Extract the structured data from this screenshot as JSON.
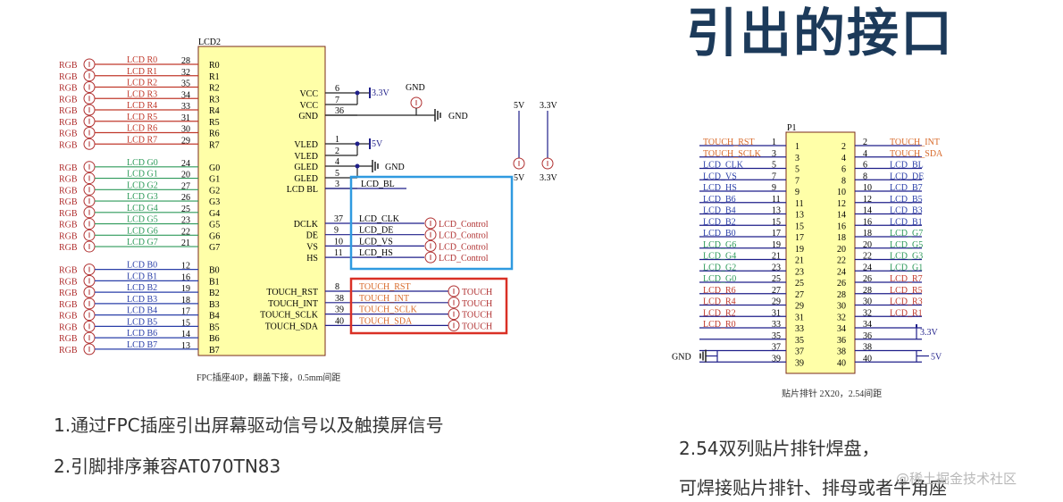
{
  "title": "引出的接口",
  "notes": {
    "left_line1": "1.通过FPC插座引出屏幕驱动信号以及触摸屏信号",
    "left_line2": "2.引脚排序兼容AT070TN83",
    "right_line1": "2.54双列贴片排针焊盘，",
    "right_line2": "可焊接贴片排针、排母或者牛角座"
  },
  "watermark": "@稀土掘金技术社区",
  "colors": {
    "red": "#c0392b",
    "green": "#2e9a5a",
    "blue": "#2a3fa8",
    "orange": "#d86a2a",
    "chip_fill": "#ffffa8",
    "box_blue": "#2f9ae0",
    "box_red": "#d93025",
    "wire": "#1f1f8a"
  },
  "lcd2": {
    "ref": "LCD2",
    "caption": "FPC插座40P，翻盖下接，0.5mm间距",
    "port_tag": "RGB",
    "left_pins": [
      {
        "net": "LCD_R0",
        "num": "28",
        "pin": "R0",
        "color": "red"
      },
      {
        "net": "LCD_R1",
        "num": "32",
        "pin": "R1",
        "color": "red"
      },
      {
        "net": "LCD_R2",
        "num": "35",
        "pin": "R2",
        "color": "red"
      },
      {
        "net": "LCD_R3",
        "num": "34",
        "pin": "R3",
        "color": "red"
      },
      {
        "net": "LCD_R4",
        "num": "33",
        "pin": "R4",
        "color": "red"
      },
      {
        "net": "LCD_R5",
        "num": "31",
        "pin": "R5",
        "color": "red"
      },
      {
        "net": "LCD_R6",
        "num": "30",
        "pin": "R6",
        "color": "red"
      },
      {
        "net": "LCD_R7",
        "num": "29",
        "pin": "R7",
        "color": "red"
      },
      {
        "net": "LCD_G0",
        "num": "24",
        "pin": "G0",
        "color": "green"
      },
      {
        "net": "LCD_G1",
        "num": "20",
        "pin": "G1",
        "color": "green"
      },
      {
        "net": "LCD_G2",
        "num": "27",
        "pin": "G2",
        "color": "green"
      },
      {
        "net": "LCD_G3",
        "num": "26",
        "pin": "G3",
        "color": "green"
      },
      {
        "net": "LCD_G4",
        "num": "25",
        "pin": "G4",
        "color": "green"
      },
      {
        "net": "LCD_G5",
        "num": "23",
        "pin": "G5",
        "color": "green"
      },
      {
        "net": "LCD_G6",
        "num": "22",
        "pin": "G6",
        "color": "green"
      },
      {
        "net": "LCD_G7",
        "num": "21",
        "pin": "G7",
        "color": "green"
      },
      {
        "net": "LCD_B0",
        "num": "12",
        "pin": "B0",
        "color": "blue"
      },
      {
        "net": "LCD_B1",
        "num": "16",
        "pin": "B1",
        "color": "blue"
      },
      {
        "net": "LCD_B2",
        "num": "19",
        "pin": "B2",
        "color": "blue"
      },
      {
        "net": "LCD_B3",
        "num": "18",
        "pin": "B3",
        "color": "blue"
      },
      {
        "net": "LCD_B4",
        "num": "17",
        "pin": "B4",
        "color": "blue"
      },
      {
        "net": "LCD_B5",
        "num": "15",
        "pin": "B5",
        "color": "blue"
      },
      {
        "net": "LCD_B6",
        "num": "14",
        "pin": "B6",
        "color": "blue"
      },
      {
        "net": "LCD_B7",
        "num": "13",
        "pin": "B7",
        "color": "blue"
      }
    ],
    "power_pins": [
      {
        "pin": "VCC",
        "num": "6"
      },
      {
        "pin": "VCC",
        "num": "7"
      },
      {
        "pin": "GND",
        "num": "36"
      },
      {
        "pin": "VLED",
        "num": "1"
      },
      {
        "pin": "VLED",
        "num": "2"
      },
      {
        "pin": "GLED",
        "num": "4"
      },
      {
        "pin": "GLED",
        "num": "5"
      },
      {
        "pin": "LCD BL",
        "num": "3",
        "net": "LCD_BL"
      }
    ],
    "control_pins": [
      {
        "pin": "DCLK",
        "num": "37",
        "net": "LCD_CLK",
        "port": "LCD_Control"
      },
      {
        "pin": "DE",
        "num": "9",
        "net": "LCD_DE",
        "port": "LCD_Control"
      },
      {
        "pin": "VS",
        "num": "10",
        "net": "LCD_VS",
        "port": "LCD_Control"
      },
      {
        "pin": "HS",
        "num": "11",
        "net": "LCD_HS",
        "port": "LCD_Control"
      }
    ],
    "touch_pins": [
      {
        "pin": "TOUCH_RST",
        "num": "8",
        "net": "TOUCH_RST",
        "port": "TOUCH"
      },
      {
        "pin": "TOUCH_INT",
        "num": "38",
        "net": "TOUCH_INT",
        "port": "TOUCH"
      },
      {
        "pin": "TOUCH_SCLK",
        "num": "39",
        "net": "TOUCH_SCLK",
        "port": "TOUCH"
      },
      {
        "pin": "TOUCH_SDA",
        "num": "40",
        "net": "TOUCH_SDA",
        "port": "TOUCH"
      }
    ],
    "power_labels": {
      "v33": "3.3V",
      "v5": "5V",
      "gnd": "GND"
    }
  },
  "p1": {
    "ref": "P1",
    "caption": "贴片排针 2X20，2.54间距",
    "rows": [
      {
        "l": "TOUCH_RST",
        "lc": "orange",
        "ln": "1",
        "r": "TOUCH_INT",
        "rc": "orange",
        "rn": "2"
      },
      {
        "l": "TOUCH_SCLK",
        "lc": "orange",
        "ln": "3",
        "r": "TOUCH_SDA",
        "rc": "orange",
        "rn": "4"
      },
      {
        "l": "LCD_CLK",
        "lc": "blue",
        "ln": "5",
        "r": "LCD_BL",
        "rc": "blue",
        "rn": "6"
      },
      {
        "l": "LCD_VS",
        "lc": "blue",
        "ln": "7",
        "r": "LCD_DE",
        "rc": "blue",
        "rn": "8"
      },
      {
        "l": "LCD_HS",
        "lc": "blue",
        "ln": "9",
        "r": "LCD_B7",
        "rc": "blue",
        "rn": "10"
      },
      {
        "l": "LCD_B6",
        "lc": "blue",
        "ln": "11",
        "r": "LCD_B5",
        "rc": "blue",
        "rn": "12"
      },
      {
        "l": "LCD_B4",
        "lc": "blue",
        "ln": "13",
        "r": "LCD_B3",
        "rc": "blue",
        "rn": "14"
      },
      {
        "l": "LCD_B2",
        "lc": "blue",
        "ln": "15",
        "r": "LCD_B1",
        "rc": "blue",
        "rn": "16"
      },
      {
        "l": "LCD_B0",
        "lc": "blue",
        "ln": "17",
        "r": "LCD_G7",
        "rc": "green",
        "rn": "18"
      },
      {
        "l": "LCD_G6",
        "lc": "green",
        "ln": "19",
        "r": "LCD_G5",
        "rc": "green",
        "rn": "20"
      },
      {
        "l": "LCD_G4",
        "lc": "green",
        "ln": "21",
        "r": "LCD_G3",
        "rc": "green",
        "rn": "22"
      },
      {
        "l": "LCD_G2",
        "lc": "green",
        "ln": "23",
        "r": "LCD_G1",
        "rc": "green",
        "rn": "24"
      },
      {
        "l": "LCD_G0",
        "lc": "green",
        "ln": "25",
        "r": "LCD_R7",
        "rc": "red",
        "rn": "26"
      },
      {
        "l": "LCD_R6",
        "lc": "red",
        "ln": "27",
        "r": "LCD_R5",
        "rc": "red",
        "rn": "28"
      },
      {
        "l": "LCD_R4",
        "lc": "red",
        "ln": "29",
        "r": "LCD_R3",
        "rc": "red",
        "rn": "30"
      },
      {
        "l": "LCD_R2",
        "lc": "red",
        "ln": "31",
        "r": "LCD_R1",
        "rc": "red",
        "rn": "32"
      },
      {
        "l": "LCD_R0",
        "lc": "red",
        "ln": "33",
        "r": "",
        "rc": "blue",
        "rn": "34"
      },
      {
        "l": "",
        "lc": "blue",
        "ln": "35",
        "r": "",
        "rc": "blue",
        "rn": "36"
      },
      {
        "l": "",
        "lc": "blue",
        "ln": "37",
        "r": "",
        "rc": "blue",
        "rn": "38"
      },
      {
        "l": "",
        "lc": "blue",
        "ln": "39",
        "r": "",
        "rc": "blue",
        "rn": "40"
      }
    ],
    "power_labels": {
      "v33": "3.3V",
      "v5": "5V",
      "gnd": "GND"
    }
  }
}
